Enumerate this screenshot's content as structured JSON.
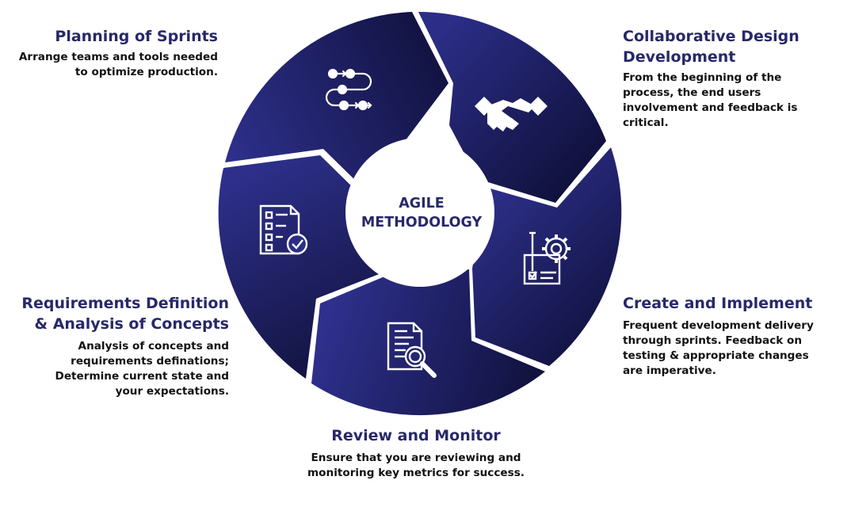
{
  "center": {
    "line1": "AGILE",
    "line2": "METHODOLOGY"
  },
  "stages": [
    {
      "id": "planning",
      "title_lines": [
        "Planning of Sprints"
      ],
      "description_lines": [
        "Arrange teams and tools needed",
        "to optimize production."
      ],
      "icon": "workflow-icon"
    },
    {
      "id": "design",
      "title_lines": [
        "Collaborative Design",
        "Development"
      ],
      "description_lines": [
        "From the beginning of the",
        "process, the end users",
        "involvement and feedback is",
        "critical."
      ],
      "icon": "handshake-icon"
    },
    {
      "id": "implement",
      "title_lines": [
        "Create and Implement"
      ],
      "description_lines": [
        "Frequent development delivery",
        "through sprints. Feedback on",
        "testing & appropriate changes",
        "are imperative."
      ],
      "icon": "gear-blueprint-icon"
    },
    {
      "id": "review",
      "title_lines": [
        "Review and Monitor"
      ],
      "description_lines": [
        "Ensure that you are reviewing and",
        "monitoring key metrics for success."
      ],
      "icon": "document-search-icon"
    },
    {
      "id": "requirements",
      "title_lines": [
        "Requirements Definition",
        "& Analysis of Concepts"
      ],
      "description_lines": [
        "Analysis of concepts and",
        "requirements definations;",
        "Determine current state and",
        "your expectations."
      ],
      "icon": "checklist-icon"
    }
  ],
  "colors": {
    "segment_light": "#2d2f8a",
    "segment_dark": "#0d0e35",
    "title_text": "#27286a",
    "body_text": "#111111",
    "center_fill": "#ffffff"
  }
}
